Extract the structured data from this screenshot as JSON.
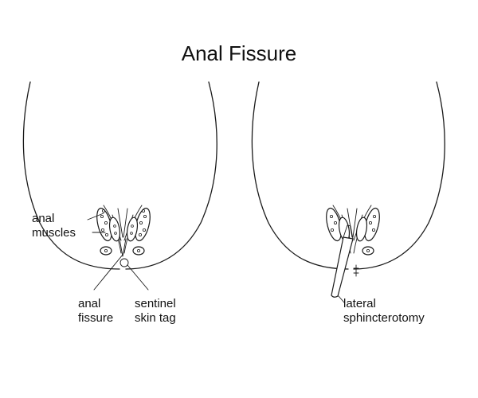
{
  "title": "Anal Fissure",
  "labels": {
    "anal_muscles_line1": "anal",
    "anal_muscles_line2": "muscles",
    "anal_fissure_line1": "anal",
    "anal_fissure_line2": "fissure",
    "skin_tag_line1": "sentinel",
    "skin_tag_line2": "skin tag",
    "sphincterotomy_line1": "lateral",
    "sphincterotomy_line2": "sphincterotomy"
  },
  "colors": {
    "ink": "#1a1a1a",
    "background": "#ffffff"
  }
}
